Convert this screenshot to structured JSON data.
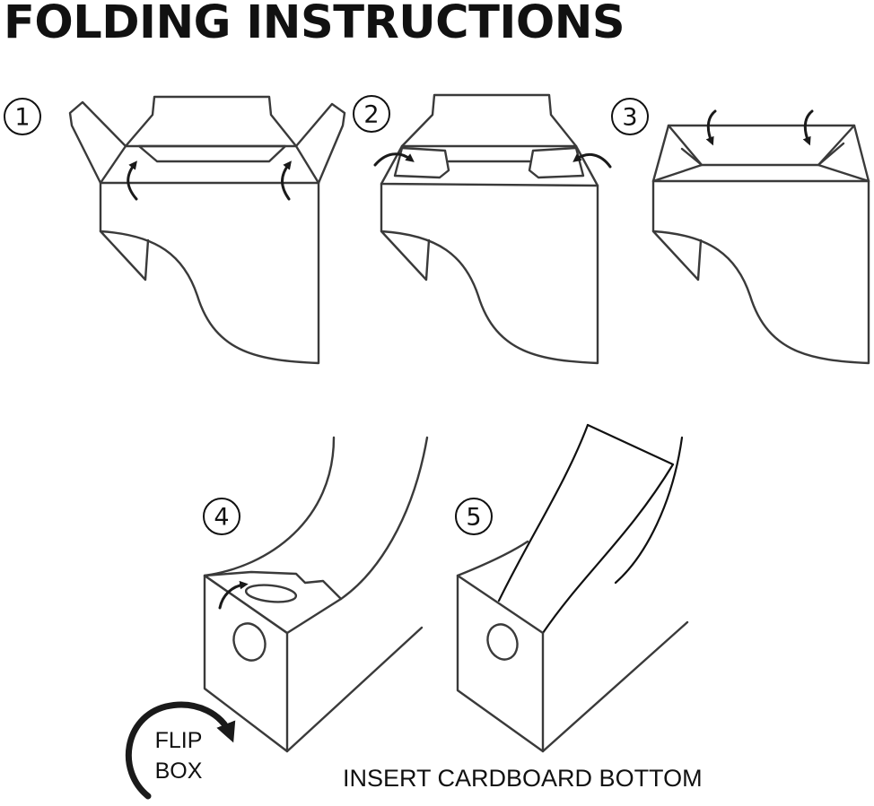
{
  "title": "FOLDING INSTRUCTIONS",
  "steps": [
    {
      "number": "1"
    },
    {
      "number": "2"
    },
    {
      "number": "3"
    },
    {
      "number": "4"
    },
    {
      "number": "5"
    }
  ],
  "flip_label": {
    "line1": "FLIP",
    "line2": "BOX"
  },
  "caption": "INSERT CARDBOARD BOTTOM",
  "colors": {
    "line": "#3a3a3a",
    "ink": "#111111",
    "background": "#ffffff"
  }
}
